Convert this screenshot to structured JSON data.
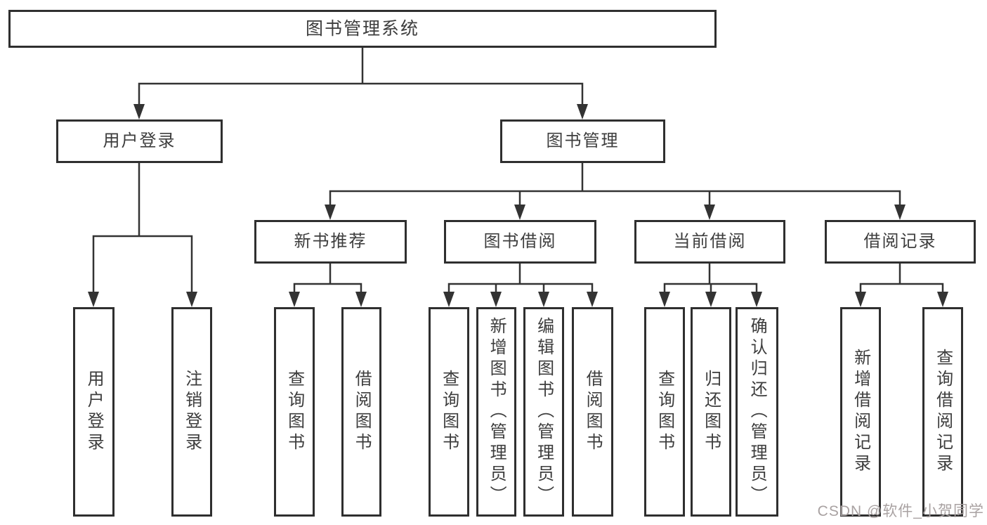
{
  "tree": {
    "label": "图书管理系统",
    "children": [
      {
        "label": "用户登录",
        "children": [
          {
            "label": "用户登录"
          },
          {
            "label": "注销登录"
          }
        ]
      },
      {
        "label": "图书管理",
        "children": [
          {
            "label": "新书推荐",
            "children": [
              {
                "label": "查询图书"
              },
              {
                "label": "借阅图书"
              }
            ]
          },
          {
            "label": "图书借阅",
            "children": [
              {
                "label": "查询图书"
              },
              {
                "label": "新增图书（管理员）"
              },
              {
                "label": "编辑图书（管理员）"
              },
              {
                "label": "借阅图书"
              }
            ]
          },
          {
            "label": "当前借阅",
            "children": [
              {
                "label": "查询图书"
              },
              {
                "label": "归还图书"
              },
              {
                "label": "确认归还（管理员）"
              }
            ]
          },
          {
            "label": "借阅记录",
            "children": [
              {
                "label": "新增借阅记录"
              },
              {
                "label": "查询借阅记录"
              }
            ]
          }
        ]
      }
    ]
  },
  "watermark": {
    "text": "CSDN @软件_小贺同学"
  },
  "colors": {
    "line": "#333333",
    "border": "#2f2f2f",
    "text": "#3d3d3d",
    "watermark": "#a9a2a2",
    "background": "#ffffff"
  }
}
